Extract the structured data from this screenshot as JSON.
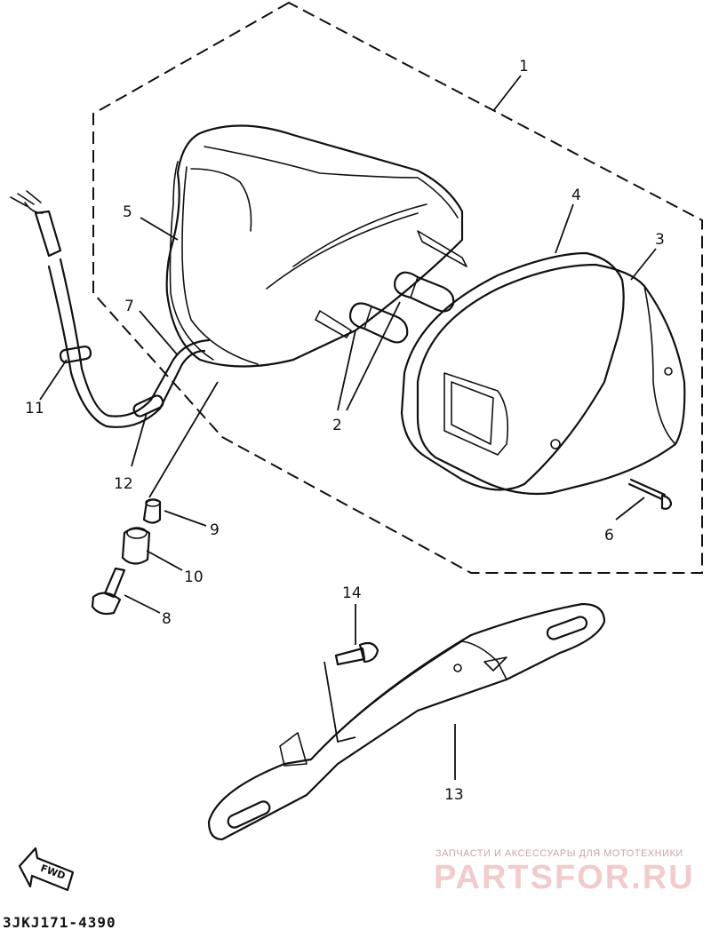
{
  "diagram": {
    "callouts": {
      "c1": "1",
      "c2": "2",
      "c3": "3",
      "c4": "4",
      "c5": "5",
      "c6": "6",
      "c7": "7",
      "c8": "8",
      "c9": "9",
      "c10": "10",
      "c11": "11",
      "c12": "12",
      "c13": "13",
      "c14": "14"
    },
    "forward_arrow_label": "FWD",
    "drawing_code": "3JKJ171-4390"
  },
  "watermark": {
    "tagline": "ЗАПЧАСТИ И АКСЕССУАРЫ ДЛЯ МОТОТЕХНИКИ",
    "brand": "PARTSFOR.RU"
  }
}
